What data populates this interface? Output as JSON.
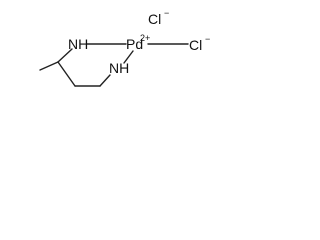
{
  "molecule": {
    "atoms": {
      "n1": "NH",
      "n2": "NH",
      "pd": "Pd",
      "pd_charge": "2+",
      "cl1": "Cl",
      "cl1_charge": "−",
      "cl2": "Cl",
      "cl2_charge": "−"
    }
  }
}
